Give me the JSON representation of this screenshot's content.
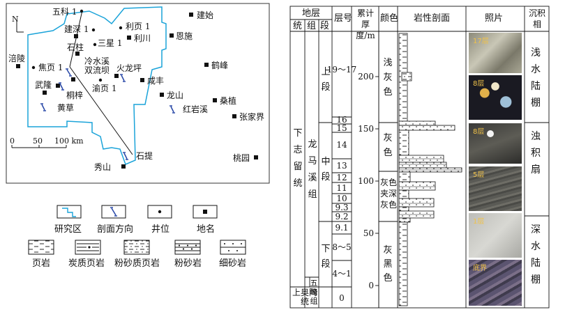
{
  "map": {
    "north": "N",
    "places": {
      "jianshi": "建始",
      "enshi": "恩施",
      "lichuan": "利川",
      "hefeng": "鹤峰",
      "xianfeng": "咸丰",
      "longshan": "龙山",
      "sangzhi": "桑植",
      "zhangjiajie": "张家界",
      "taoyuan": "桃园",
      "fuling": "涪陵",
      "wulong": "武隆",
      "xiushan": "秀山"
    },
    "wells": {
      "wuke1": "五科 1",
      "jianshen1": "建深 1",
      "liye1": "利页 1",
      "sanxing1": "三星 1",
      "jiaoye1": "焦页 1",
      "yuye1": "渝页 1"
    },
    "sections": {
      "shizhu": "石柱",
      "lengshuixi": "冷水溪",
      "shuangliuba": "双流坝",
      "huolongping": "火龙坪",
      "tongzi": "桐梓",
      "huangcao": "黄草",
      "hongyanxi": "红岩溪",
      "shiti": "石提"
    },
    "scale": {
      "t0": "0",
      "t50": "50",
      "t100": "100 km"
    }
  },
  "legend": {
    "study_area": "研究区",
    "section_direction": "剖面方向",
    "well": "井位",
    "place": "地名",
    "shale": "页岩",
    "carbonaceous_shale": "炭质页岩",
    "silty_shale": "粉砂质页岩",
    "siltstone": "粉砂岩",
    "fine_sandstone": "细砂岩"
  },
  "column": {
    "headers": {
      "strata": "地层",
      "system": "统",
      "formation": "组",
      "member": "段",
      "layer": "层号",
      "thickness": "累计厚度/m",
      "color": "颜色",
      "profile": "岩性剖面",
      "photo": "照片",
      "facies": "沉积相"
    },
    "series": {
      "lower_silurian": "下志留统",
      "upper_ordovician": "上奥陶统"
    },
    "formations": {
      "longmaxi": "龙马溪组",
      "wufeng": "五峰组"
    },
    "members": {
      "upper": "上段",
      "middle": "中段",
      "lower": "下段"
    },
    "layers": [
      "19～17",
      "16",
      "15",
      "14",
      "13",
      "12",
      "11",
      "10",
      "9.3",
      "9.2",
      "9.1",
      "8～5",
      "4～1",
      "0"
    ],
    "depth_ticks": [
      "200",
      "150",
      "100",
      "50",
      "0"
    ],
    "colors": {
      "light_grey": "浅灰色",
      "grey": "灰色",
      "interbedded": "灰色夹深灰色",
      "grey_black": "灰黑色"
    },
    "photo_labels": [
      "17层",
      "8层",
      "8层",
      "5层",
      "1层",
      "底界"
    ],
    "facies": {
      "shallow_shelf": "浅水陆棚",
      "turbidite_fan": "浊积扇",
      "deep_shelf": "深水陆棚"
    }
  }
}
